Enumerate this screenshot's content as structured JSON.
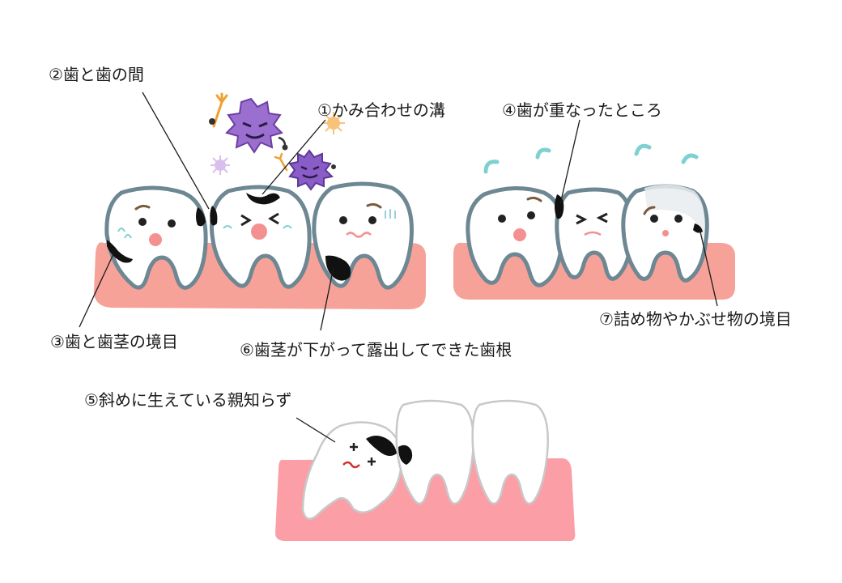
{
  "labels": {
    "occlusal_groove": "①かみ合わせの溝",
    "between_teeth": "②歯と歯の間",
    "gum_border": "③歯と歯茎の境目",
    "overlapping_teeth": "④歯が重なったところ",
    "wisdom_tooth": "⑤斜めに生えている親知らず",
    "exposed_root": "⑥歯茎が下がって露出してできた歯根",
    "filling_border": "⑦詰め物やかぶせ物の境目"
  },
  "colors": {
    "gum": "#f6a299",
    "gum_lower": "#fb9ea6",
    "tooth_outline": "#6d8793",
    "plaque": "#111111",
    "bacteria": "#9b6fd0",
    "bacteria_dark": "#6b3fa0",
    "cheek": "#f59090",
    "sweat": "#7fd0d0"
  }
}
